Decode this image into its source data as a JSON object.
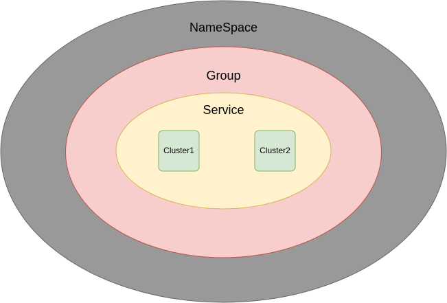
{
  "colors": {
    "namespace_fill": "#999999",
    "namespace_stroke": "#666666",
    "group_fill": "#f8cecc",
    "group_stroke": "#b85450",
    "service_fill": "#fff2cc",
    "service_stroke": "#d6b656",
    "cluster_fill": "#d5e8d4",
    "cluster_stroke": "#82b366"
  },
  "diagram": {
    "namespace": {
      "label": "NameSpace"
    },
    "group": {
      "label": "Group"
    },
    "service": {
      "label": "Service"
    },
    "clusters": [
      {
        "label": "Cluster1"
      },
      {
        "label": "Cluster2"
      }
    ]
  }
}
